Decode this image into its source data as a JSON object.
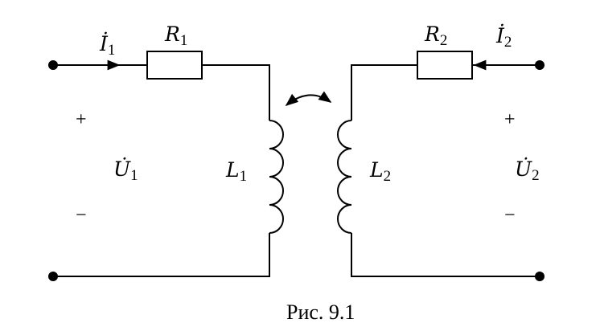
{
  "labels": {
    "r1": {
      "main": "R",
      "sub": "1"
    },
    "r2": {
      "main": "R",
      "sub": "2"
    },
    "i1": {
      "main": "İ",
      "sub": "1"
    },
    "i2": {
      "main": "İ",
      "sub": "2"
    },
    "u1": {
      "main": "U̇",
      "sub": "1"
    },
    "u2": {
      "main": "U̇",
      "sub": "2"
    },
    "l1": {
      "main": "L",
      "sub": "1"
    },
    "l2": {
      "main": "L",
      "sub": "2"
    },
    "plus": "+",
    "minus": "−"
  },
  "caption": "Рис. 9.1"
}
